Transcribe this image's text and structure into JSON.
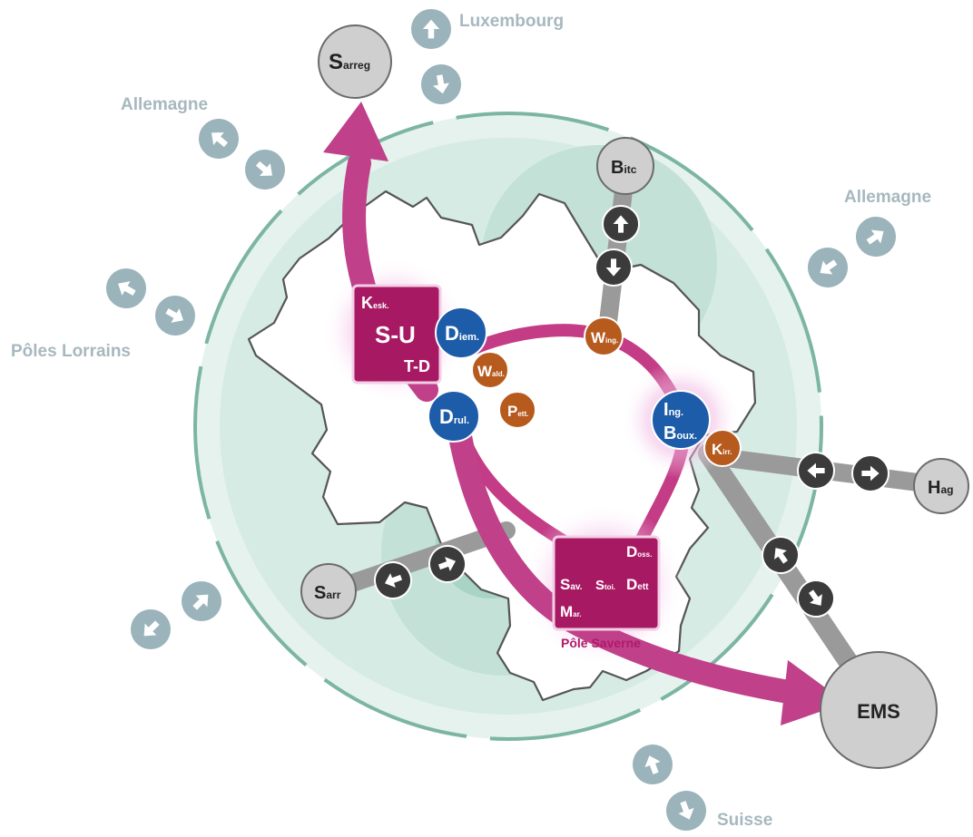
{
  "directions": {
    "luxembourg": "Luxembourg",
    "allemagne_nw": "Allemagne",
    "allemagne_ne": "Allemagne",
    "poles_lorrains": "Pôles Lorrains",
    "suisse": "Suisse"
  },
  "external_nodes": {
    "sarreg": {
      "initial": "S",
      "rest": "arreg"
    },
    "bitc": {
      "initial": "B",
      "rest": "itc"
    },
    "hag": {
      "initial": "H",
      "rest": "ag"
    },
    "sarr": {
      "initial": "S",
      "rest": "arr"
    },
    "ems": {
      "label": "EMS"
    }
  },
  "poles": {
    "north": {
      "line1": {
        "initial": "K",
        "rest": "esk."
      },
      "line2": "S-U",
      "line3": "T-D"
    },
    "south": {
      "doss": {
        "initial": "D",
        "rest": "oss."
      },
      "sav": {
        "initial": "S",
        "rest": "av."
      },
      "stoi": {
        "initial": "S",
        "rest": "toi."
      },
      "dett": {
        "initial": "D",
        "rest": "ett"
      },
      "mar": {
        "initial": "M",
        "rest": "ar."
      },
      "caption": "Pôle Saverne"
    }
  },
  "blue_nodes": {
    "diem": {
      "initial": "D",
      "rest": "iem."
    },
    "drul": {
      "initial": "D",
      "rest": "rul."
    },
    "ing_boux": {
      "line1_initial": "I",
      "line1_rest": "ng.",
      "line2_initial": "B",
      "line2_rest": "oux."
    }
  },
  "orange_nodes": {
    "wing": {
      "initial": "W",
      "rest": "ing."
    },
    "wald": {
      "initial": "W",
      "rest": "ald."
    },
    "pett": {
      "initial": "P",
      "rest": "ett."
    },
    "kirr": {
      "initial": "K",
      "rest": "irr."
    }
  },
  "colors": {
    "magenta": "#b01a68",
    "magenta_arrow": "#c0408a",
    "blue": "#1d5ca8",
    "orange": "#b65a1e",
    "teal_light": "#d5ebe4",
    "teal_mid": "#b9ddd1",
    "teal_line": "#6fae9b",
    "grey_node": "#cfcfcf",
    "arrow_light": "#9bb3ba",
    "arrow_dark": "#3b3b3b",
    "road": "#9a9a9a"
  },
  "icons": {
    "arrow": "arrow-icon"
  }
}
